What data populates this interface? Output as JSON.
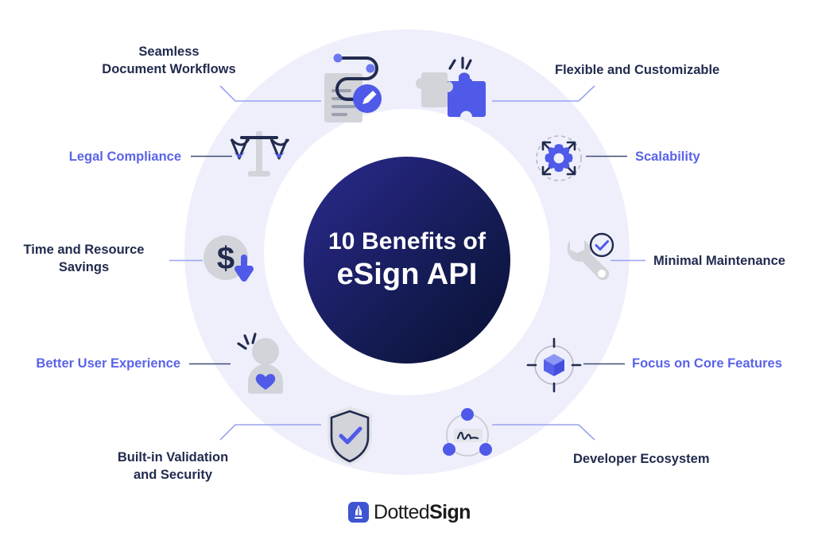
{
  "center": {
    "line1": "10 Benefits of",
    "line2": "eSign API",
    "gradient_from": "#2b2b8f",
    "gradient_to": "#0a1033",
    "text_color": "#ffffff"
  },
  "colors": {
    "ring": "#eeeffb",
    "gap": "#ffffff",
    "navy_text": "#222b4e",
    "blue_text": "#5a63e8",
    "accent_blue": "#4f5ae8",
    "light_blue": "#7f88f2",
    "gray_icon": "#d2d4da",
    "connector": "#9aa3f0",
    "connector_dark": "#3f4d72"
  },
  "benefits": [
    {
      "id": "seamless-document-workflows",
      "label": "Seamless\nDocument Workflows",
      "label_color": "navy",
      "icon": "document-pen-icon",
      "side": "left"
    },
    {
      "id": "flexible-and-customizable",
      "label": "Flexible and Customizable",
      "label_color": "navy",
      "icon": "puzzle-icon",
      "side": "right"
    },
    {
      "id": "legal-compliance",
      "label": "Legal Compliance",
      "label_color": "blue",
      "icon": "scales-icon",
      "side": "left"
    },
    {
      "id": "scalability",
      "label": "Scalability",
      "label_color": "blue",
      "icon": "gear-expand-icon",
      "side": "right"
    },
    {
      "id": "time-and-resource-savings",
      "label": "Time and Resource\nSavings",
      "label_color": "navy",
      "icon": "dollar-down-arrow-icon",
      "side": "left"
    },
    {
      "id": "minimal-maintenance",
      "label": "Minimal Maintenance",
      "label_color": "navy",
      "icon": "wrench-check-icon",
      "side": "right"
    },
    {
      "id": "better-user-experience",
      "label": "Better User Experience",
      "label_color": "blue",
      "icon": "user-heart-icon",
      "side": "left"
    },
    {
      "id": "focus-on-core-features",
      "label": "Focus on Core Features",
      "label_color": "blue",
      "icon": "target-cube-icon",
      "side": "right"
    },
    {
      "id": "built-in-validation-and-security",
      "label": "Built-in Validation\nand Security",
      "label_color": "navy",
      "icon": "shield-check-icon",
      "side": "left"
    },
    {
      "id": "developer-ecosystem",
      "label": "Developer Ecosystem",
      "label_color": "navy",
      "icon": "signature-network-icon",
      "side": "right"
    }
  ],
  "logo": {
    "text_light": "Dotted",
    "text_bold": "Sign",
    "mark": "pen-nib-icon"
  }
}
